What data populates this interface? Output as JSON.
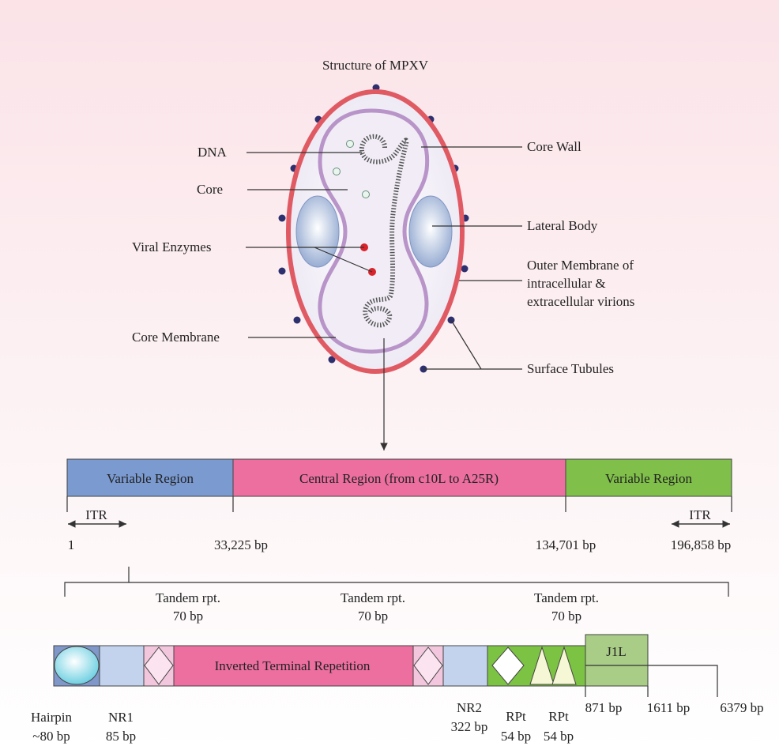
{
  "virion": {
    "title": "Structure of MPXV",
    "labels": {
      "dna": "DNA",
      "core": "Core",
      "viral_enzymes": "Viral Enzymes",
      "core_membrane": "Core Membrane",
      "core_wall": "Core Wall",
      "lateral_body": "Lateral Body",
      "outer_membrane": [
        "Outer Membrane of",
        "intracellular &",
        "extracellular virions"
      ],
      "surface_tubules": "Surface Tubules"
    },
    "colors": {
      "outer_membrane": "#e05a63",
      "core_wall": "#b894c8",
      "lateral_body": "#8fa6cf",
      "surface_tubule": "#2e2f6e",
      "enzyme": "#d8232a",
      "dna": "#555555"
    }
  },
  "genome": {
    "regions": [
      {
        "label": "Variable Region",
        "color": "#7a9ad0"
      },
      {
        "label": "Central Region (from c10L to A25R)",
        "color": "#ec6fa0"
      },
      {
        "label": "Variable Region",
        "color": "#80c04a"
      }
    ],
    "itr_left": "ITR",
    "itr_right": "ITR",
    "positions": [
      "1",
      "33,225 bp",
      "134,701 bp",
      "196,858 bp"
    ]
  },
  "itr_detail": {
    "tandem_repeats": [
      {
        "name": "Tandem rpt.",
        "size": "70 bp"
      },
      {
        "name": "Tandem rpt.",
        "size": "70 bp"
      },
      {
        "name": "Tandem rpt.",
        "size": "70 bp"
      }
    ],
    "center_label": "Inverted Terminal Repetition",
    "j1l_label": "J1L",
    "bottom_labels": {
      "hairpin": [
        "Hairpin",
        "~80 bp"
      ],
      "nr1": [
        "NR1",
        "85 bp"
      ],
      "nr2": [
        "NR2",
        "322 bp"
      ],
      "rpt1": [
        "RPt",
        "54 bp"
      ],
      "rpt2": [
        "RPt",
        "54 bp"
      ],
      "p871": "871 bp",
      "p1611": "1611 bp",
      "p6379": "6379 bp"
    },
    "colors": {
      "hairpin_box": "#7f97c9",
      "nr_box": "#c3d3ee",
      "diamond_box": "#f2c6dc",
      "itr_box": "#ec6fa0",
      "rpt_box": "#7cc243",
      "j1l_box": "#a9cd87"
    }
  }
}
